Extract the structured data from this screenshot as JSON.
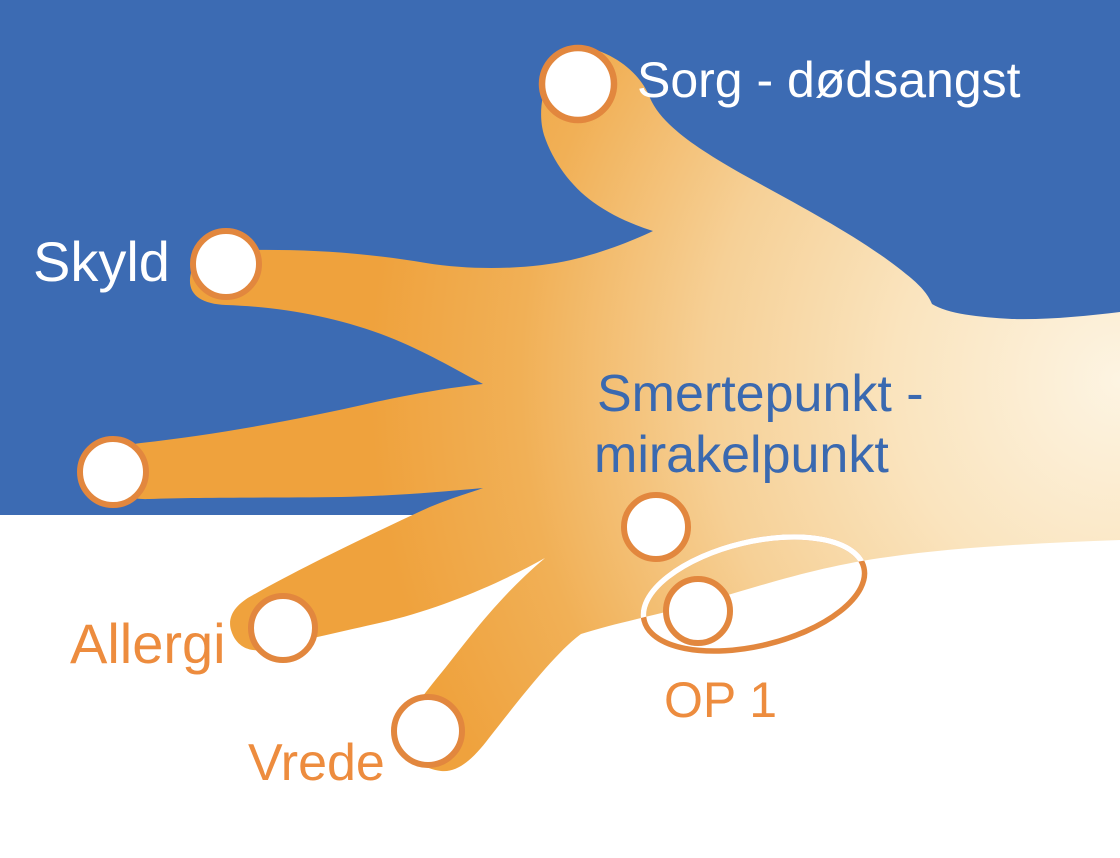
{
  "labels": {
    "sorg": "Sorg - dødsangst",
    "skyld": "Skyld",
    "smertepunkt_line1": "Smertepunkt -",
    "smertepunkt_line2": "mirakelpunkt",
    "allergi": "Allergi",
    "vrede": "Vrede",
    "op1": "OP 1"
  },
  "points": [
    {
      "id": "sorg-point",
      "label": "Sorg - dødsangst",
      "location": "thumb tip"
    },
    {
      "id": "skyld-point",
      "label": "Skyld",
      "location": "index fingertip"
    },
    {
      "id": "ringfinger-point",
      "label": "",
      "location": "middle fingertip"
    },
    {
      "id": "smertepunkt-point",
      "label": "Smertepunkt - mirakelpunkt",
      "location": "back of hand"
    },
    {
      "id": "op1-point",
      "label": "OP 1",
      "location": "back of hand, circled"
    },
    {
      "id": "allergi-point",
      "label": "Allergi",
      "location": "ring fingertip"
    },
    {
      "id": "vrede-point",
      "label": "Vrede",
      "location": "little fingertip"
    }
  ],
  "colors": {
    "background_blue": "#3c6bb3",
    "background_white": "#ffffff",
    "point_stroke": "#e2873e",
    "point_fill": "#ffffff",
    "label_white": "#ffffff",
    "label_blue": "#3a69b0",
    "label_orange": "#ed8c3e",
    "highlight_ellipse_orange": "#e2873e",
    "highlight_ellipse_white": "#ffffff",
    "hand_gradient": [
      "#fdf4e2",
      "#fae4be",
      "#f6d096",
      "#f1b056",
      "#efa23d"
    ]
  }
}
